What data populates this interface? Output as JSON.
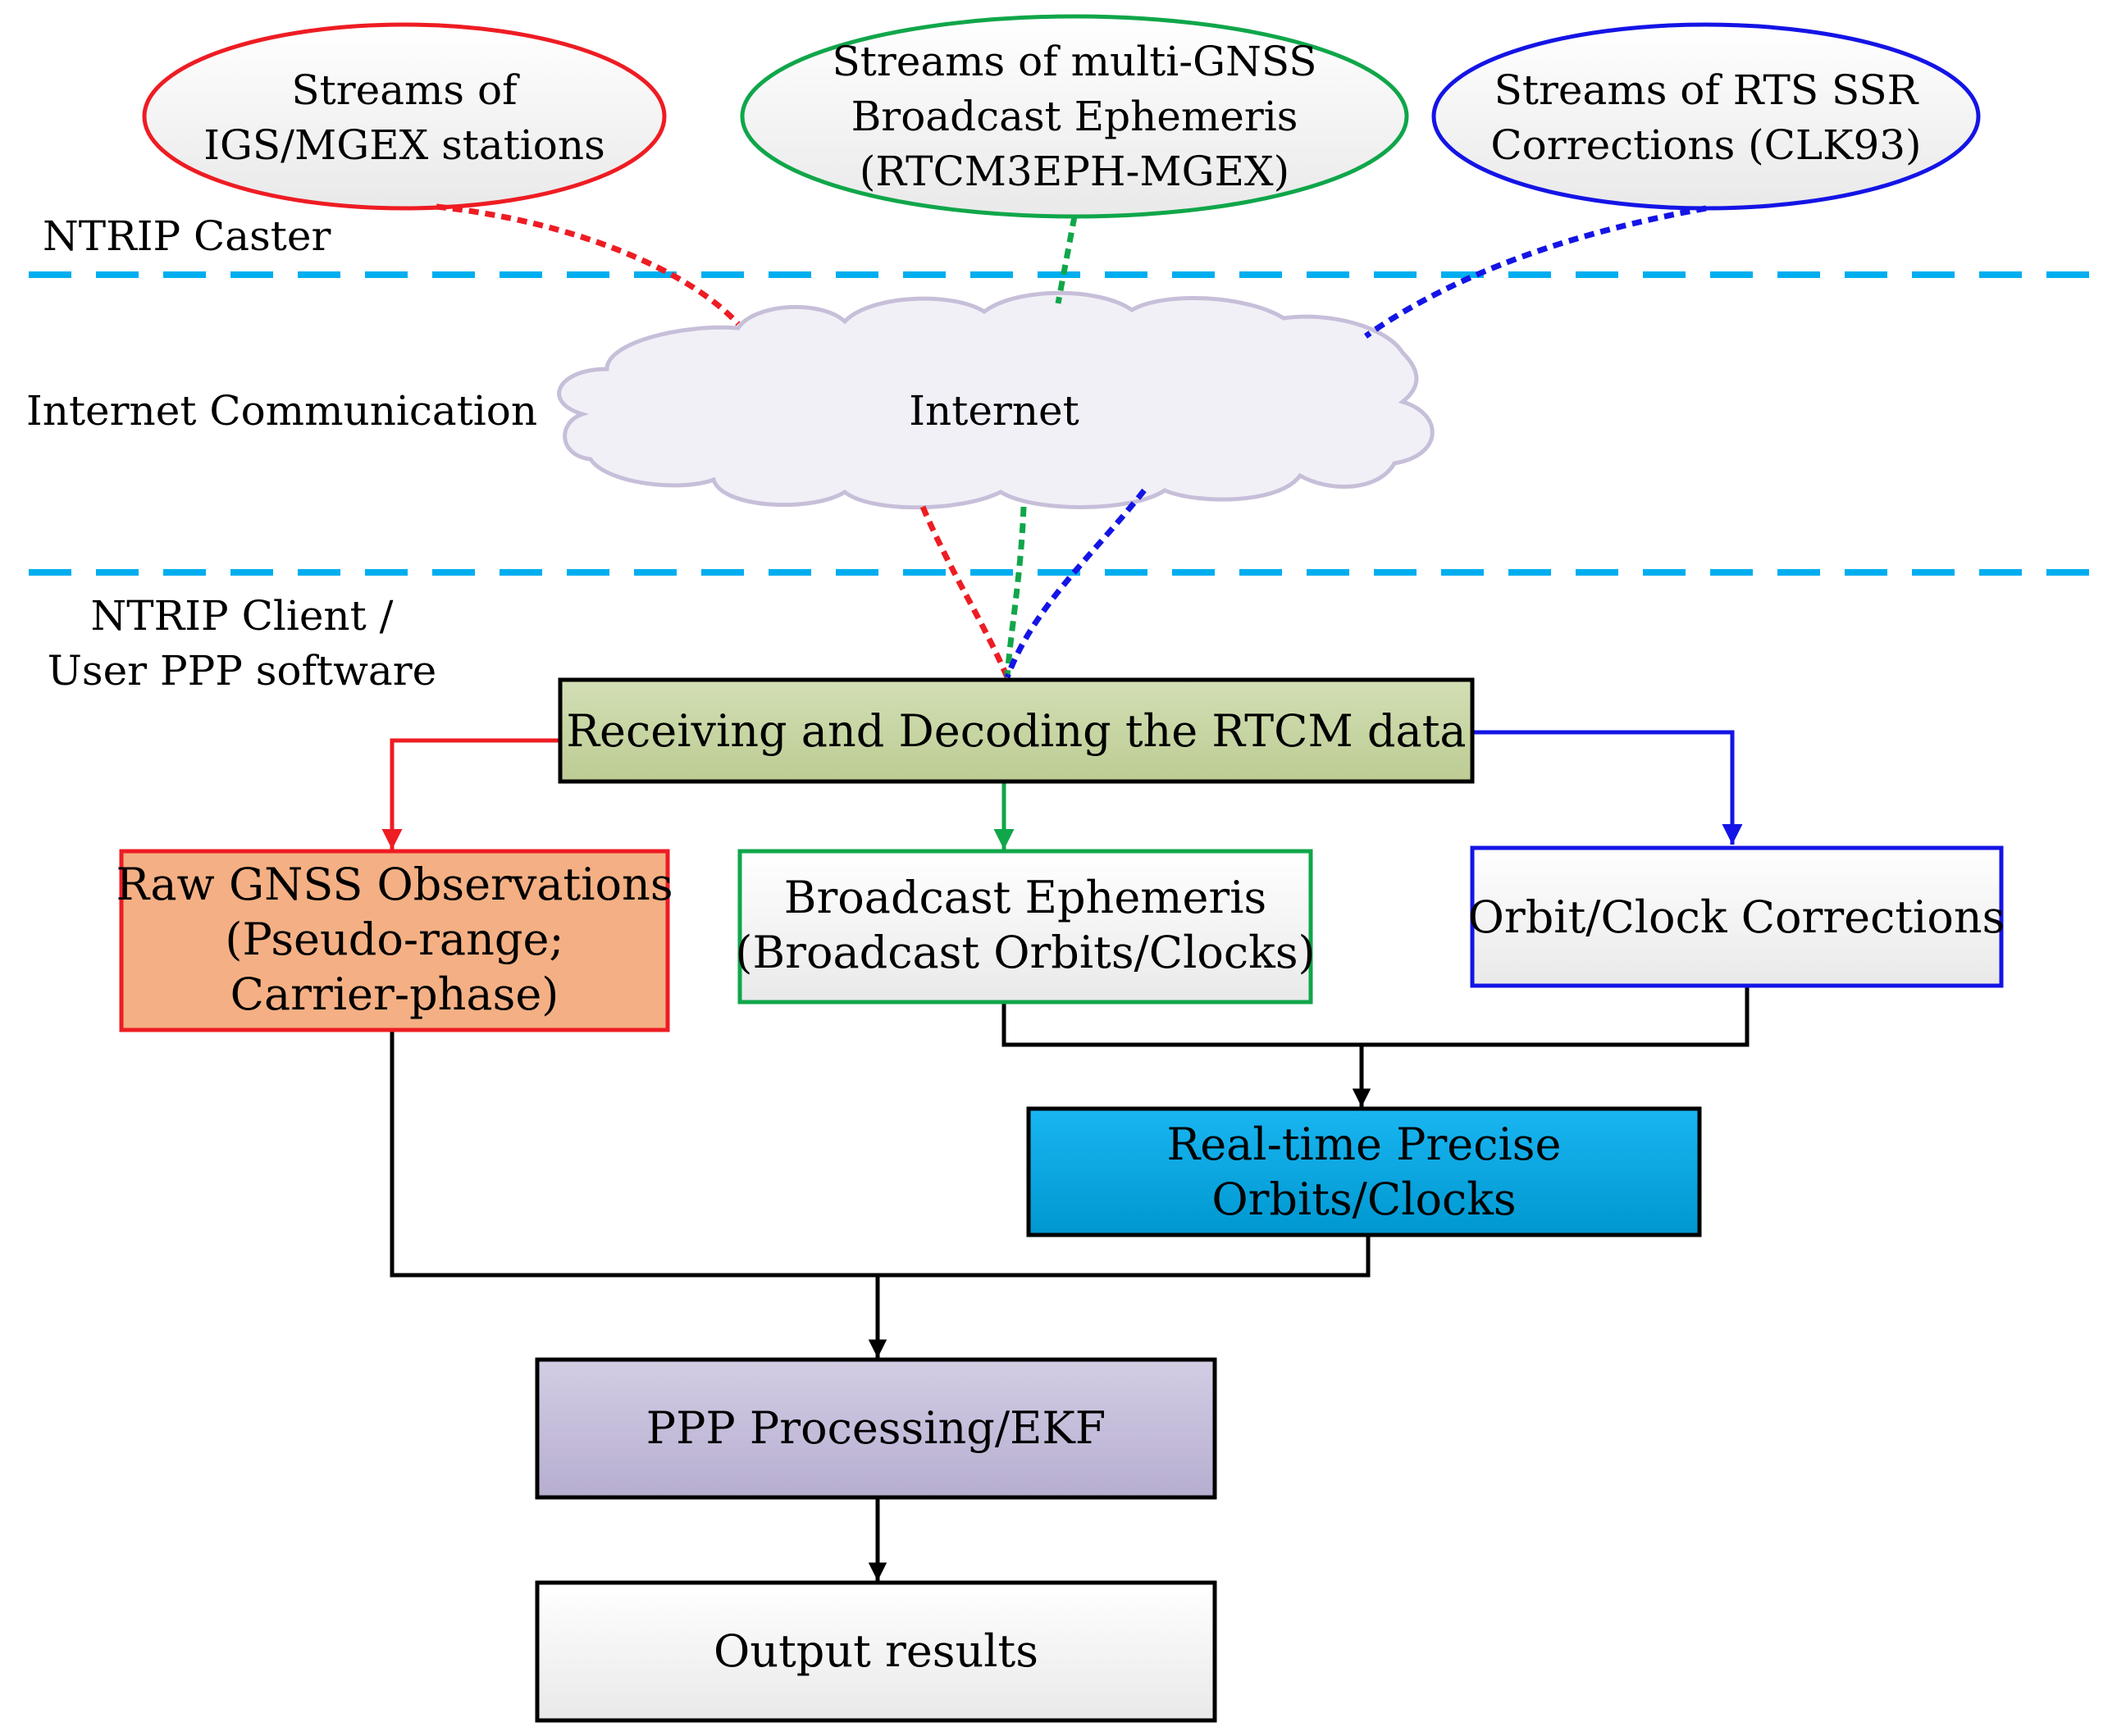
{
  "layers": {
    "caster": "NTRIP Caster",
    "internet": "Internet Communication",
    "client_line1": "NTRIP Client /",
    "client_line2": "User PPP software"
  },
  "streams": {
    "igs": [
      "Streams of",
      "IGS/MGEX stations"
    ],
    "eph": [
      "Streams of multi-GNSS",
      "Broadcast Ephemeris",
      "(RTCM3EPH-MGEX)"
    ],
    "ssr": [
      "Streams of RTS SSR",
      "Corrections (CLK93)"
    ]
  },
  "cloud_label": "Internet",
  "boxes": {
    "receive": [
      "Receiving and Decoding the RTCM data"
    ],
    "raw": [
      "Raw GNSS Observations",
      "(Pseudo-range;",
      "Carrier-phase)"
    ],
    "broadcast": [
      "Broadcast Ephemeris",
      "(Broadcast Orbits/Clocks)"
    ],
    "corrections": [
      "Orbit/Clock Corrections"
    ],
    "precise": [
      "Real-time Precise",
      "Orbits/Clocks"
    ],
    "ppp": [
      "PPP Processing/EKF"
    ],
    "output": [
      "Output results"
    ]
  },
  "colors": {
    "red": "#ee1c23",
    "green": "#10a64a",
    "blue": "#1414e6",
    "divider": "#00aeef",
    "cloud_fill": "#f1f0f7",
    "cloud_stroke": "#c7bfd9",
    "receive_fill": "#c7d5a4",
    "raw_fill": "#f4b084",
    "precise_fill": "#00a9e6",
    "ppp_fill": "#c0b8d6"
  }
}
